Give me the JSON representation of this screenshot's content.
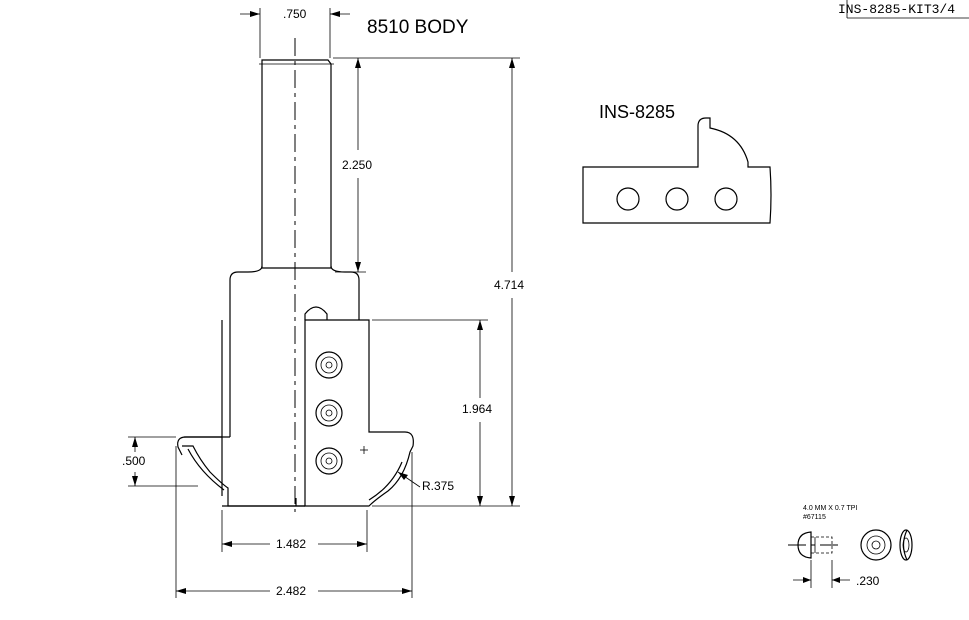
{
  "part_number": "INS-8285-KIT3/4",
  "body_label": "8510 BODY",
  "insert_label": "INS-8285",
  "dimensions": {
    "shank_diameter": ".750",
    "shank_length": "2.250",
    "overall_length": "4.714",
    "cutting_height": "1.964",
    "profile_depth": ".500",
    "radius": "R.375",
    "body_width": "1.482",
    "overall_width": "2.482"
  },
  "screw": {
    "spec": "4.0 MM X 0.7 TPI",
    "part_no": "#67115",
    "length": ".230"
  }
}
